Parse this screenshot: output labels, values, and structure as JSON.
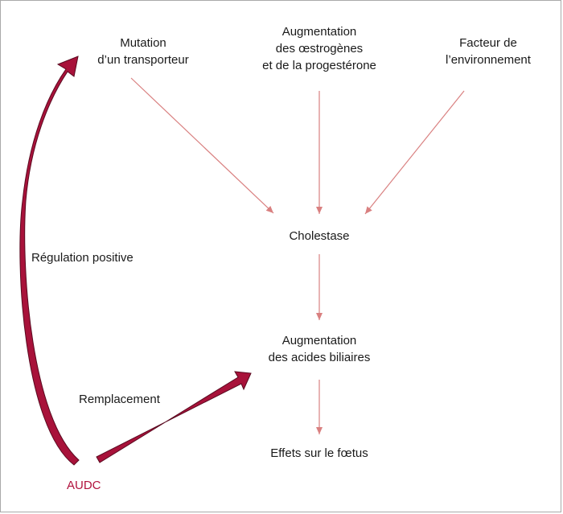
{
  "nodes": {
    "mutation": [
      "Mutation",
      "d’un transporteur"
    ],
    "hormones": [
      "Augmentation",
      "des œstrogènes",
      "et de la progestérone"
    ],
    "environment": [
      "Facteur de",
      "l’environnement"
    ],
    "cholestasis": [
      "Cholestase"
    ],
    "bile_acids": [
      "Augmentation",
      "des acides biliaires"
    ],
    "fetal_effects": [
      "Effets sur le fœtus"
    ],
    "udca": "AUDC"
  },
  "edge_labels": {
    "positive_regulation": "Régulation positive",
    "replacement": "Remplacement"
  },
  "colors": {
    "thin_arrow": "#d98080",
    "thick_arrow": "#a8123a",
    "udca_text": "#b1123d"
  }
}
